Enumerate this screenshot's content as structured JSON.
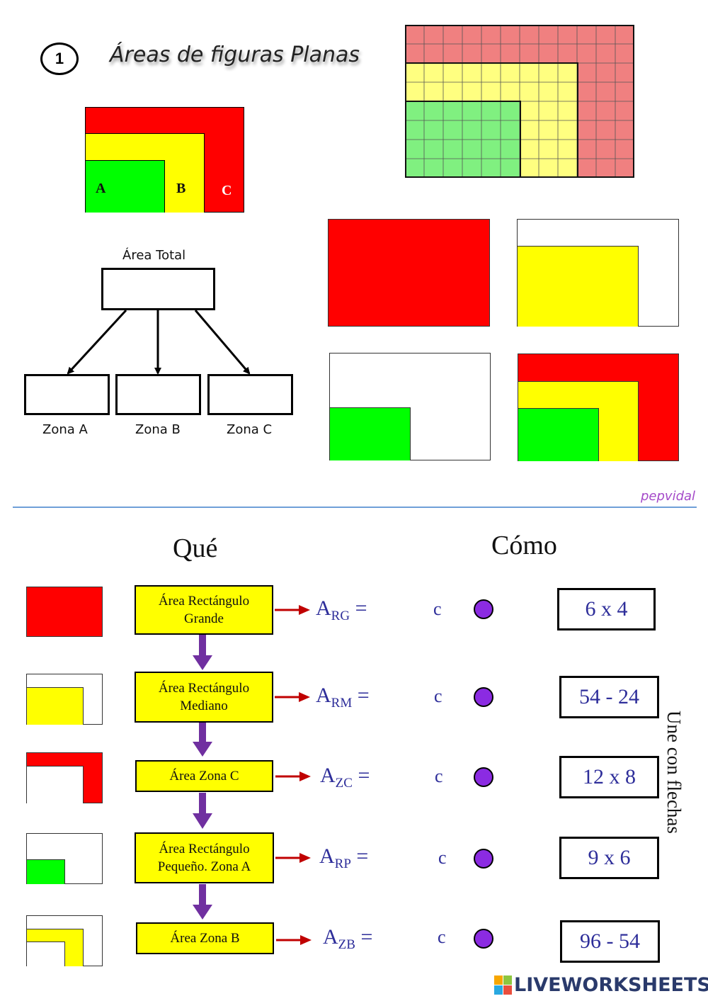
{
  "header": {
    "number": "1",
    "title": "Áreas de figuras Planas"
  },
  "figure": {
    "zone_a": "A",
    "zone_b": "B",
    "zone_c": "C"
  },
  "tree": {
    "total_label": "Área Total",
    "zone_labels": [
      "Zona A",
      "Zona B",
      "Zona C"
    ]
  },
  "grid": {
    "columns": 12,
    "rows": 8,
    "green_cols": 6,
    "green_rows": 4,
    "yellow_cols": 9,
    "yellow_rows": 6
  },
  "colors": {
    "red": "#ff0000",
    "yellow": "#ffff00",
    "green": "#00ff00",
    "grid_red": "#f08080",
    "grid_yellow": "#ffff80",
    "grid_green": "#80f080",
    "arrow_purple": "#7030a0",
    "arrow_red": "#c00000",
    "dot": "#8b2be2",
    "ink_blue": "#2e2e9a"
  },
  "signature": "pepvidal",
  "headings": {
    "que": "Qué",
    "como": "Cómo"
  },
  "rows": [
    {
      "label_line1": "Área Rectángulo",
      "label_line2": "Grande",
      "formula_main": "A",
      "formula_sub": "RG",
      "formula_eq": "=",
      "connector": "c",
      "answer": "6 x 4"
    },
    {
      "label_line1": "Área Rectángulo",
      "label_line2": "Mediano",
      "formula_main": "A",
      "formula_sub": "RM",
      "formula_eq": "=",
      "connector": "c",
      "answer": "54 - 24"
    },
    {
      "label_line1": "Área Zona C",
      "label_line2": "",
      "formula_main": "A",
      "formula_sub": "ZC",
      "formula_eq": "=",
      "connector": "c",
      "answer": "12 x 8"
    },
    {
      "label_line1": "Área Rectángulo",
      "label_line2": "Pequeño. Zona A",
      "formula_main": "A",
      "formula_sub": "RP",
      "formula_eq": "=",
      "connector": "c",
      "answer": "9 x 6"
    },
    {
      "label_line1": "Área Zona B",
      "label_line2": "",
      "formula_main": "A",
      "formula_sub": "ZB",
      "formula_eq": "=",
      "connector": "c",
      "answer": "96 - 54"
    }
  ],
  "instruction": "Une con flechas",
  "logo": "LIVEWORKSHEETS"
}
